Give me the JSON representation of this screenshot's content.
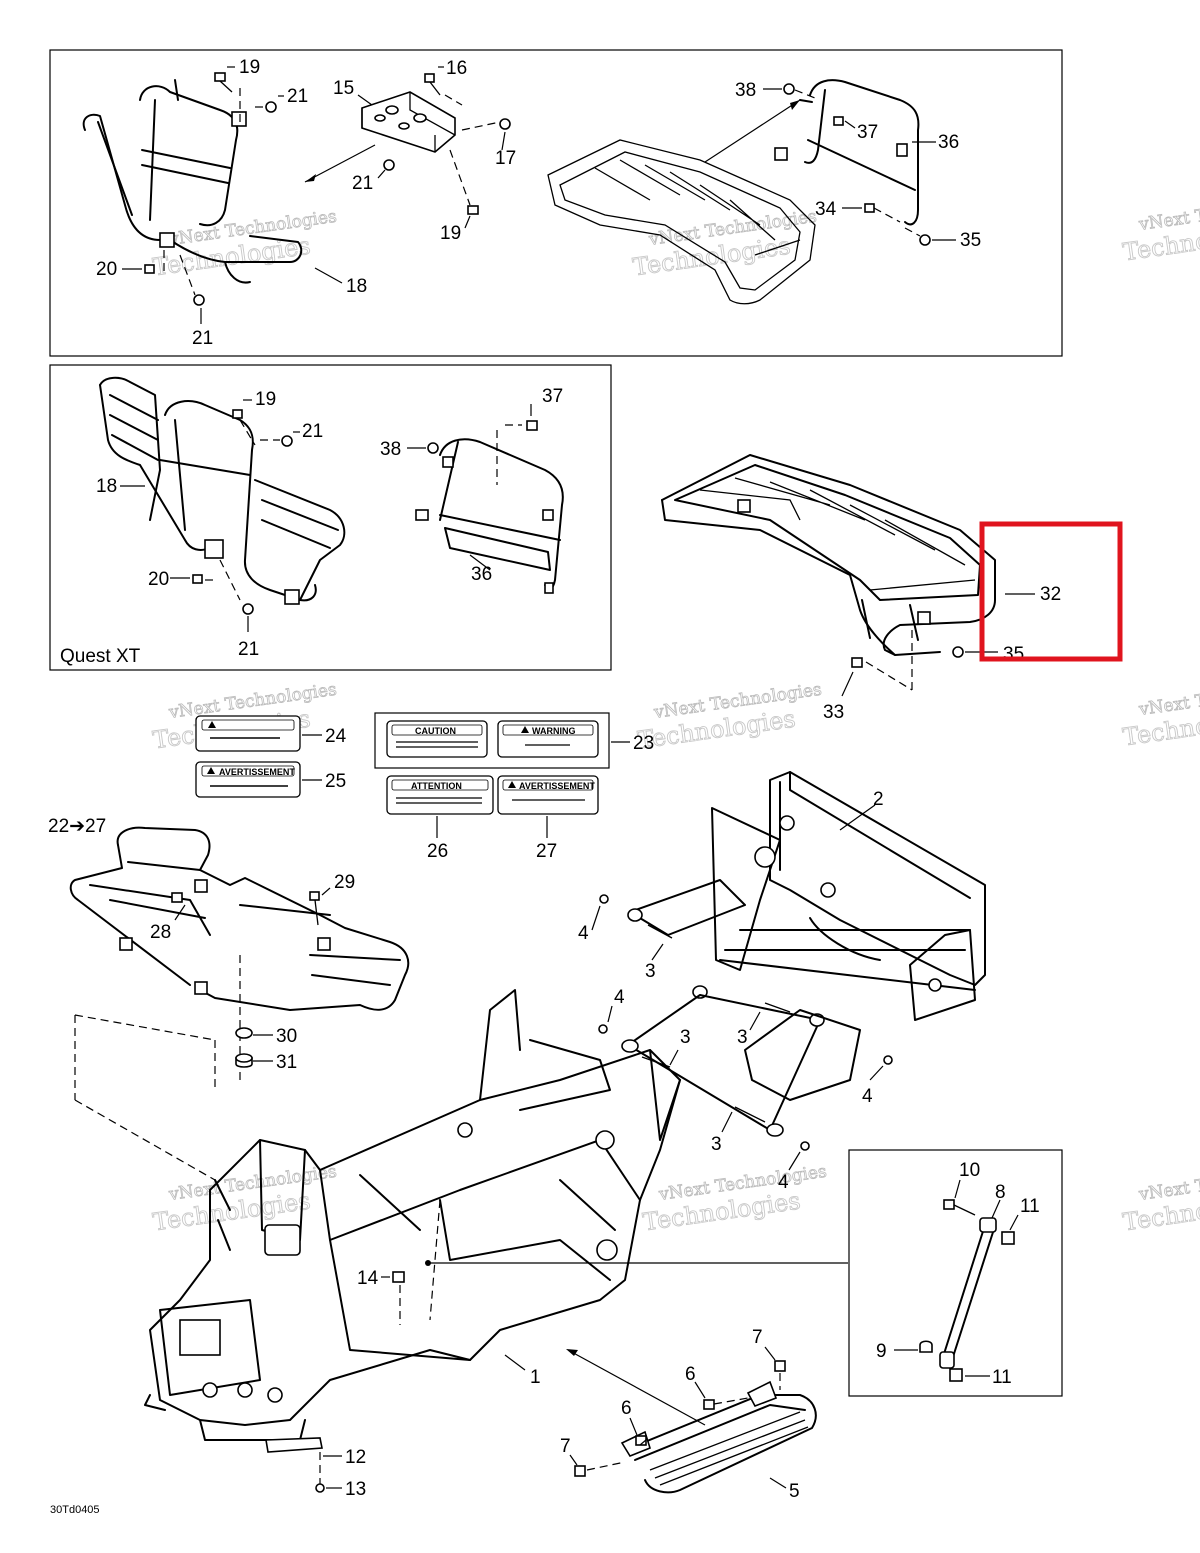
{
  "inset_top": {
    "callouts": [
      "19",
      "21",
      "16",
      "15",
      "17",
      "21",
      "19",
      "38",
      "37",
      "36",
      "34",
      "35",
      "20",
      "18",
      "21"
    ]
  },
  "inset_quest": {
    "caption": "Quest XT",
    "callouts": [
      "19",
      "21",
      "37",
      "38",
      "18",
      "36",
      "20",
      "21"
    ]
  },
  "rack": {
    "callouts": [
      "32",
      "35",
      "33"
    ]
  },
  "decals": {
    "callouts": [
      "24",
      "25",
      "23",
      "26",
      "27"
    ],
    "caution": "CAUTION",
    "warning": "WARNING",
    "attention": "ATTENTION",
    "avertissement": "AVERTISSEMENT"
  },
  "front_rack": {
    "callouts": [
      "22➔27",
      "29",
      "28",
      "30",
      "31"
    ]
  },
  "frame": {
    "callouts": [
      "2",
      "4",
      "3",
      "4",
      "3",
      "3",
      "4",
      "3",
      "4",
      "14",
      "1",
      "12",
      "13"
    ]
  },
  "footrest": {
    "callouts": [
      "7",
      "6",
      "6",
      "7",
      "5"
    ]
  },
  "rod_inset": {
    "callouts": [
      "10",
      "8",
      "11",
      "9",
      "11"
    ]
  },
  "figure_id": "30Td0405",
  "watermark": {
    "line1": "vNext Technologies",
    "line2": "Technologies"
  },
  "colors": {
    "line": "#000000",
    "highlight": "#e0141e",
    "watermark": "#bbbbbb"
  }
}
